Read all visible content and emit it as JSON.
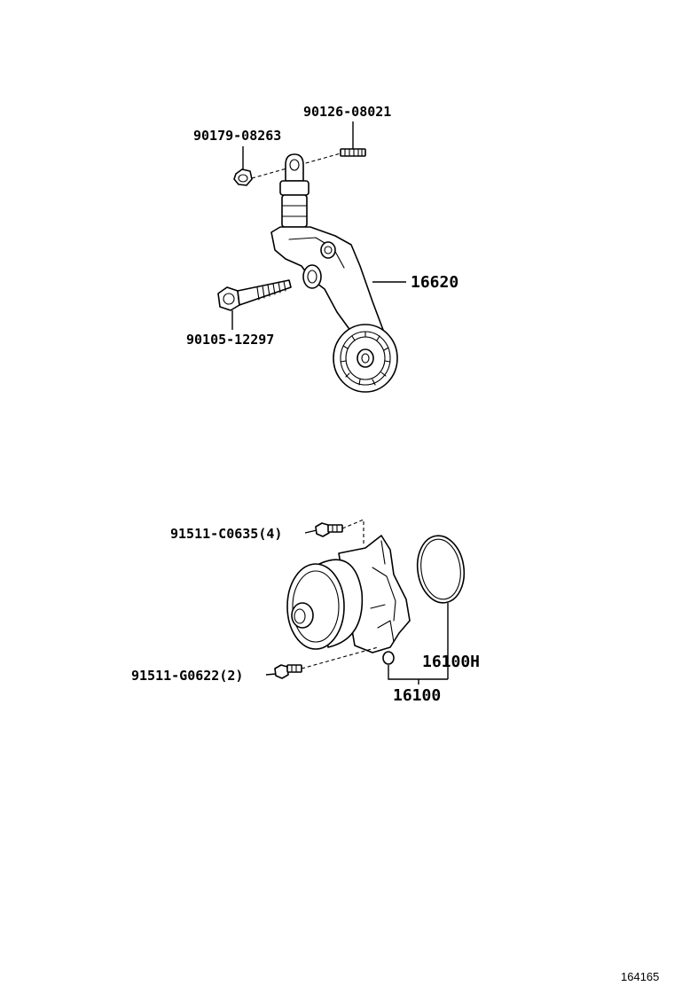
{
  "diagram": {
    "labels": {
      "nut": "90179-08263",
      "stud": "90126-08021",
      "tensioner": "16620",
      "tensioner_bolt": "90105-12297",
      "pump_bolt_upper": "91511-C0635(4)",
      "pump_bolt_lower": "91511-G0622(2)",
      "gasket": "16100H",
      "water_pump": "16100"
    },
    "reference_number": "164165"
  }
}
